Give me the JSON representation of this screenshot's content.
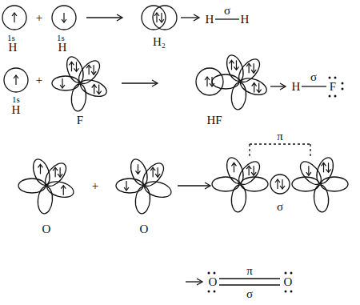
{
  "diagram": {
    "labels": [
      "1s",
      "H",
      "+",
      "1s",
      "H",
      "H₂",
      "H",
      "σ",
      "H",
      "1s",
      "H",
      "+",
      "F",
      "HF",
      "H",
      "σ",
      "F",
      "O",
      "+",
      "O",
      "π",
      "σ",
      "O",
      "π",
      "σ",
      "O"
    ]
  }
}
